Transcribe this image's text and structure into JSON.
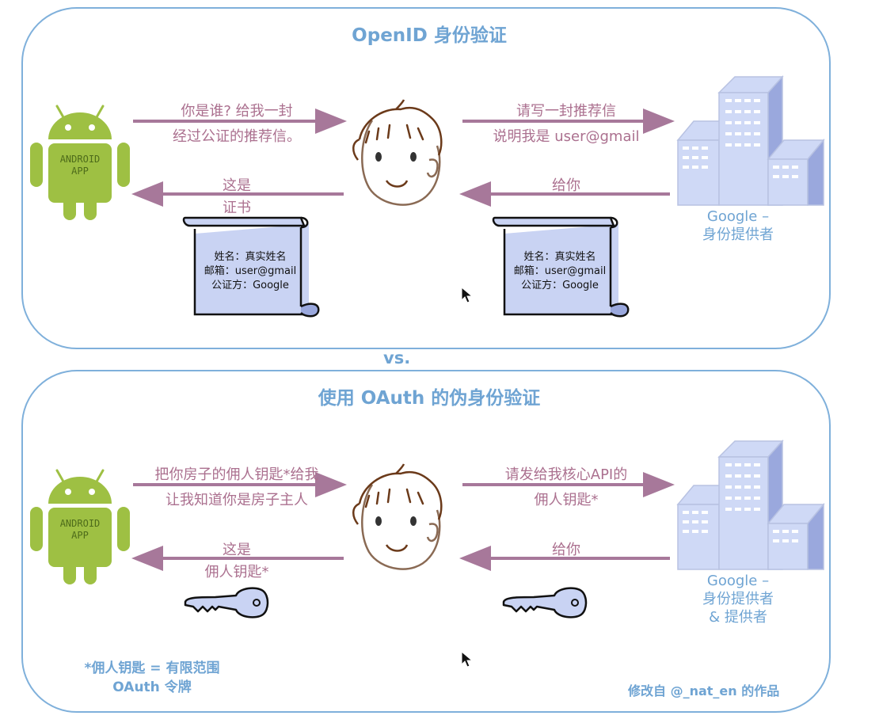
{
  "openid": {
    "title": "OpenID 身份验证",
    "left_top": [
      "你是谁? 给我一封",
      "经过公证的推荐信。"
    ],
    "left_bottom": [
      "这是",
      "证书"
    ],
    "right_top": [
      "请写一封推荐信",
      "说明我是 user@gmail"
    ],
    "right_bottom": "给你",
    "certificate": [
      "姓名：真实姓名",
      "邮箱：user@gmail",
      "公证方：Google"
    ],
    "provider": [
      "Google –",
      "身份提供者"
    ]
  },
  "vs_label": "vs.",
  "oauth": {
    "title": "使用 OAuth 的伪身份验证",
    "left_top": [
      "把你房子的佣人钥匙*给我",
      "让我知道你是房子主人"
    ],
    "left_bottom": [
      "这是",
      "佣人钥匙*"
    ],
    "right_top": [
      "请发给我核心API的",
      "佣人钥匙*"
    ],
    "right_bottom": "给你",
    "provider": [
      "Google –",
      "身份提供者",
      "& 提供者"
    ],
    "footnote": [
      "*佣人钥匙 = 有限范围",
      "OAuth 令牌"
    ],
    "credit": "修改自 @_nat_en 的作品"
  },
  "android_logo": [
    "ANDROID",
    "APP"
  ],
  "colors": {
    "panel_border": "#7fb0db",
    "title": "#6fa4d3",
    "message": "#ab708f",
    "arrow": "#a7789a",
    "android": "#9ec043",
    "document": "#c9d3f3",
    "building": "#cfd9f6"
  },
  "icons": [
    "android-icon",
    "person-icon",
    "building-icon",
    "certificate-scroll-icon",
    "key-icon",
    "cursor-icon"
  ]
}
